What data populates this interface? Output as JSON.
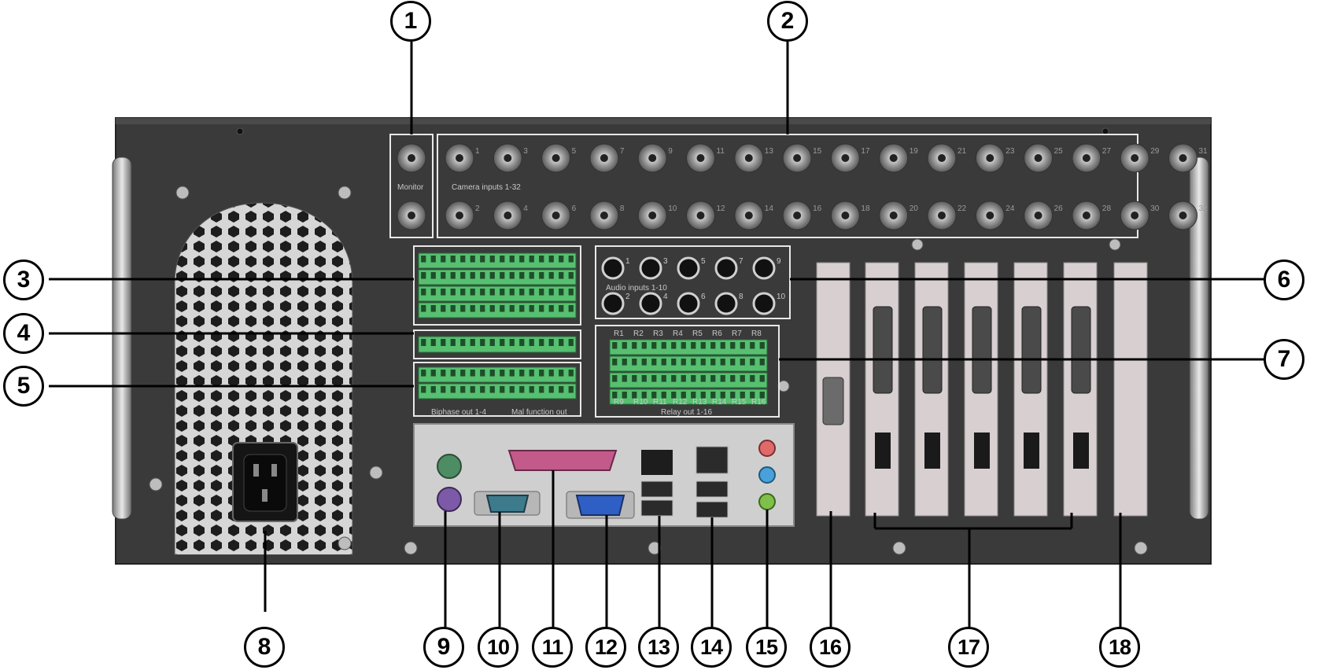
{
  "panel": {
    "monitor_label": "Monitor",
    "camera_label": "Camera inputs 1-32",
    "audio_label": "Audio inputs 1-10",
    "biphase_label": "Biphase out 1-4",
    "mal_label": "Mal function out",
    "relay_label": "Relay out 1-16",
    "relay_top": [
      "R1",
      "R2",
      "R3",
      "R4",
      "R5",
      "R6",
      "R7",
      "R8"
    ],
    "relay_bottom": [
      "R9",
      "R10",
      "R11",
      "R12",
      "R13",
      "R14",
      "R15",
      "R16"
    ],
    "bnc_top_numbers": [
      "1",
      "3",
      "5",
      "7",
      "9",
      "11",
      "13",
      "15",
      "17",
      "19",
      "21",
      "23",
      "25",
      "27",
      "29",
      "31"
    ],
    "bnc_bottom_numbers": [
      "2",
      "4",
      "6",
      "8",
      "10",
      "12",
      "14",
      "16",
      "18",
      "20",
      "22",
      "24",
      "26",
      "28",
      "30",
      "32"
    ],
    "audio_top_numbers": [
      "1",
      "3",
      "5",
      "7",
      "9"
    ],
    "audio_bottom_numbers": [
      "2",
      "4",
      "6",
      "8",
      "10"
    ]
  },
  "callouts": [
    "1",
    "2",
    "3",
    "4",
    "5",
    "6",
    "7",
    "8",
    "9",
    "10",
    "11",
    "12",
    "13",
    "14",
    "15",
    "16",
    "17",
    "18"
  ],
  "colors": {
    "chassis": "#3a3a3a",
    "terminal_green": "#56c070",
    "ps2_keyboard": "#4e8d63",
    "ps2_mouse": "#7d5aa8",
    "parallel_port": "#c25a8a",
    "serial_port": "#3c7a8c",
    "vga_port": "#2f5fc4",
    "audio_line_out": "#7fbf4a",
    "audio_line_in": "#4aa0d8",
    "audio_mic": "#e06a6a"
  }
}
